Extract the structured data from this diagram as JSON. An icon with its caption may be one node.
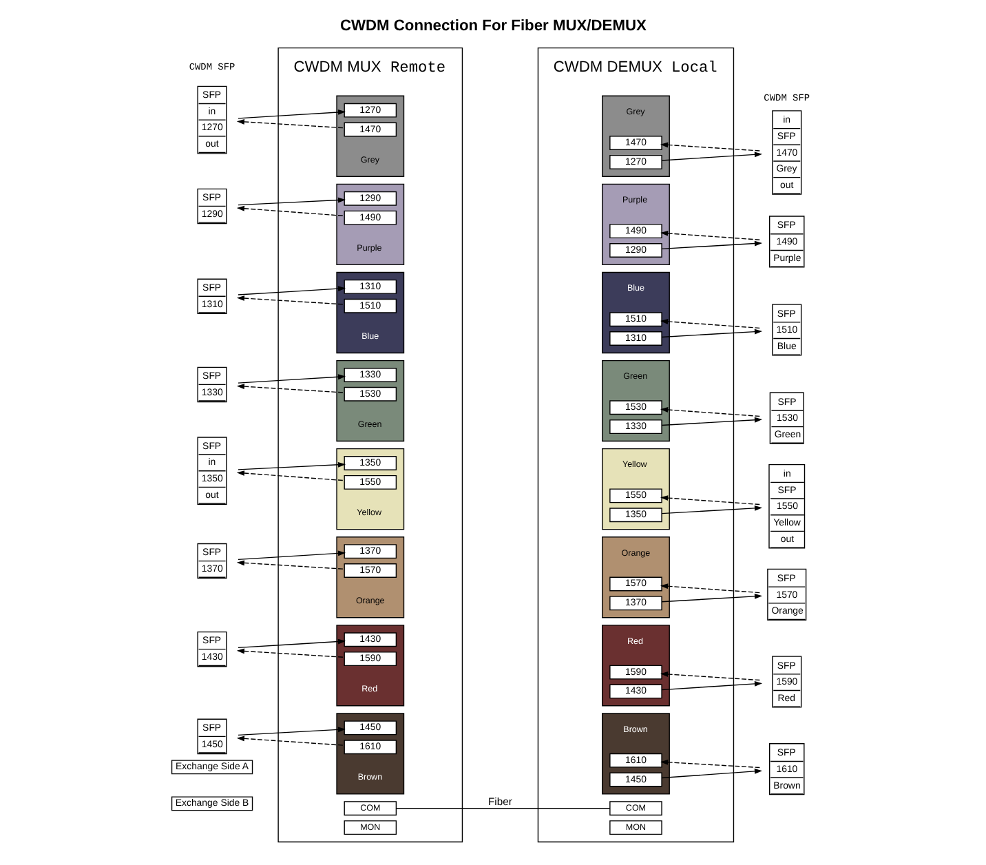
{
  "diagram": {
    "title": "CWDM Connection For Fiber MUX/DEMUX",
    "nodes": [
      {
        "text": [
          "Exchange Side A"
        ]
      },
      {
        "text": [
          "Exchange Side B"
        ]
      },
      {
        "text": [
          "CWDM MUX"
        ],
        "beside": [
          "Remote"
        ]
      },
      {
        "text": [
          "Grey"
        ],
        "in": 2
      },
      {
        "text": [
          "1270"
        ],
        "in": 3
      },
      {
        "text": [
          "1470"
        ],
        "in": 3
      },
      {
        "text": [
          "Purple"
        ],
        "in": 2
      },
      {
        "text": [
          "1290"
        ],
        "in": 6
      },
      {
        "text": [
          "1490"
        ],
        "in": 6
      },
      {
        "text": [
          "Blue"
        ],
        "in": 2
      },
      {
        "text": [
          "1310"
        ],
        "in": 9
      },
      {
        "text": [
          "1510"
        ],
        "in": 9
      },
      {
        "text": [
          "Green"
        ],
        "in": 2
      },
      {
        "text": [
          "1330"
        ],
        "in": 12
      },
      {
        "text": [
          "1530"
        ],
        "in": 12
      },
      {
        "text": [
          "Yellow"
        ],
        "in": 2
      },
      {
        "text": [
          "1350"
        ],
        "in": 15
      },
      {
        "text": [
          "1550"
        ],
        "in": 15
      },
      {
        "text": [
          "Orange"
        ],
        "in": 2
      },
      {
        "text": [
          "1370"
        ],
        "in": 18
      },
      {
        "text": [
          "1570"
        ],
        "in": 18
      },
      {
        "text": [
          "Red"
        ],
        "in": 2
      },
      {
        "text": [
          "1430"
        ],
        "in": 21
      },
      {
        "text": [
          "1590"
        ],
        "in": 21
      },
      {
        "text": [
          "Brown"
        ],
        "in": 2
      },
      {
        "text": [
          "1450"
        ],
        "in": 24
      },
      {
        "text": [
          "1610"
        ],
        "in": 24
      },
      {
        "text": [
          "COM"
        ],
        "in": 2
      },
      {
        "text": [
          "MON"
        ],
        "in": 2
      },
      {
        "text": [
          "SFP",
          "in",
          "1270",
          "out"
        ]
      },
      {
        "text": [
          "SFP",
          "1290"
        ]
      },
      {
        "text": [
          "SFP",
          "1310"
        ]
      },
      {
        "text": [
          "SFP",
          "1330"
        ]
      },
      {
        "text": [
          "SFP",
          "in",
          "1350",
          "out"
        ]
      },
      {
        "text": [
          "SFP",
          "1370"
        ]
      },
      {
        "text": [
          "SFP",
          "1430"
        ]
      },
      {
        "text": [
          "SFP",
          "1450"
        ]
      },
      {
        "text": [
          "CWDM DEMUX"
        ],
        "beside": [
          "Local"
        ]
      },
      {
        "text": [
          "Grey"
        ],
        "in": 37
      },
      {
        "text": [
          "1470"
        ],
        "in": 38
      },
      {
        "text": [
          "1270"
        ],
        "in": 38
      },
      {
        "text": [
          "Purple"
        ],
        "in": 37
      },
      {
        "text": [
          "1490"
        ],
        "in": 41
      },
      {
        "text": [
          "1290"
        ],
        "in": 41
      },
      {
        "text": [
          "Blue"
        ],
        "in": 37
      },
      {
        "text": [
          "1510"
        ],
        "in": 44
      },
      {
        "text": [
          "1310"
        ],
        "in": 44
      },
      {
        "text": [
          "Green"
        ],
        "in": 37
      },
      {
        "text": [
          "1530"
        ],
        "in": 47
      },
      {
        "text": [
          "1330"
        ],
        "in": 47
      },
      {
        "text": [
          "Yellow"
        ],
        "in": 37
      },
      {
        "text": [
          "1550"
        ],
        "in": 50
      },
      {
        "text": [
          "1350"
        ],
        "in": 50
      },
      {
        "text": [
          "Orange"
        ],
        "in": 37
      },
      {
        "text": [
          "1570"
        ],
        "in": 53
      },
      {
        "text": [
          "1370"
        ],
        "in": 53
      },
      {
        "text": [
          "Red"
        ],
        "in": 37
      },
      {
        "text": [
          "1590"
        ],
        "in": 56
      },
      {
        "text": [
          "1430"
        ],
        "in": 56
      },
      {
        "text": [
          "Brown"
        ],
        "in": 37
      },
      {
        "text": [
          "1610"
        ],
        "in": 59
      },
      {
        "text": [
          "1450"
        ],
        "in": 59
      },
      {
        "text": [
          "COM"
        ],
        "in": 37
      },
      {
        "text": [
          "MON"
        ],
        "in": 37
      },
      {
        "text": [
          "in",
          "SFP",
          "1470",
          "Grey",
          "out"
        ]
      },
      {
        "text": [
          "SFP",
          "1490",
          "Purple"
        ]
      },
      {
        "text": [
          "SFP",
          "1510",
          "Blue"
        ]
      },
      {
        "text": [
          "SFP",
          "1530",
          "Green"
        ]
      },
      {
        "text": [
          "in",
          "SFP",
          "1550",
          "Yellow",
          "out"
        ]
      },
      {
        "text": [
          "SFP",
          "1570",
          "Orange"
        ]
      },
      {
        "text": [
          "SFP",
          "1590",
          "Red"
        ]
      },
      {
        "text": [
          "SFP",
          "1610",
          "Brown"
        ]
      }
    ],
    "edges": [
      {
        "from": 29,
        "to": 4,
        "arrow": "to"
      },
      {
        "from": 5,
        "to": 29,
        "arrow": "to",
        "style": "dashed"
      },
      {
        "from": 30,
        "to": 7,
        "arrow": "to"
      },
      {
        "from": 8,
        "to": 30,
        "arrow": "to",
        "style": "dashed"
      },
      {
        "from": 31,
        "to": 10,
        "arrow": "to"
      },
      {
        "from": 11,
        "to": 31,
        "arrow": "to",
        "style": "dashed"
      },
      {
        "from": 32,
        "to": 13,
        "arrow": "to"
      },
      {
        "from": 14,
        "to": 32,
        "arrow": "to",
        "style": "dashed"
      },
      {
        "from": 33,
        "to": 16,
        "arrow": "to"
      },
      {
        "from": 17,
        "to": 33,
        "arrow": "to",
        "style": "dashed"
      },
      {
        "from": 34,
        "to": 19,
        "arrow": "to"
      },
      {
        "from": 20,
        "to": 34,
        "arrow": "to",
        "style": "dashed"
      },
      {
        "from": 35,
        "to": 22,
        "arrow": "to"
      },
      {
        "from": 23,
        "to": 35,
        "arrow": "to",
        "style": "dashed"
      },
      {
        "from": 36,
        "to": 25,
        "arrow": "to"
      },
      {
        "from": 26,
        "to": 36,
        "arrow": "to",
        "style": "dashed"
      },
      {
        "from": 27,
        "to": 62,
        "arrow": "none",
        "label": "Fiber"
      },
      {
        "from": 40,
        "to": 64,
        "arrow": "to"
      },
      {
        "from": 64,
        "to": 39,
        "arrow": "to",
        "style": "dashed"
      },
      {
        "from": 43,
        "to": 65,
        "arrow": "to"
      },
      {
        "from": 65,
        "to": 42,
        "arrow": "to",
        "style": "dashed"
      },
      {
        "from": 46,
        "to": 66,
        "arrow": "to"
      },
      {
        "from": 66,
        "to": 45,
        "arrow": "to",
        "style": "dashed"
      },
      {
        "from": 49,
        "to": 67,
        "arrow": "to"
      },
      {
        "from": 67,
        "to": 48,
        "arrow": "to",
        "style": "dashed"
      },
      {
        "from": 52,
        "to": 68,
        "arrow": "to"
      },
      {
        "from": 68,
        "to": 51,
        "arrow": "to",
        "style": "dashed"
      },
      {
        "from": 55,
        "to": 69,
        "arrow": "to"
      },
      {
        "from": 69,
        "to": 54,
        "arrow": "to",
        "style": "dashed"
      },
      {
        "from": 58,
        "to": 70,
        "arrow": "to"
      },
      {
        "from": 70,
        "to": 57,
        "arrow": "to",
        "style": "dashed"
      },
      {
        "from": 61,
        "to": 71,
        "arrow": "to"
      },
      {
        "from": 71,
        "to": 60,
        "arrow": "to",
        "style": "dashed"
      }
    ],
    "labels": [
      "CWDM SFP",
      "CWDM SFP"
    ]
  }
}
